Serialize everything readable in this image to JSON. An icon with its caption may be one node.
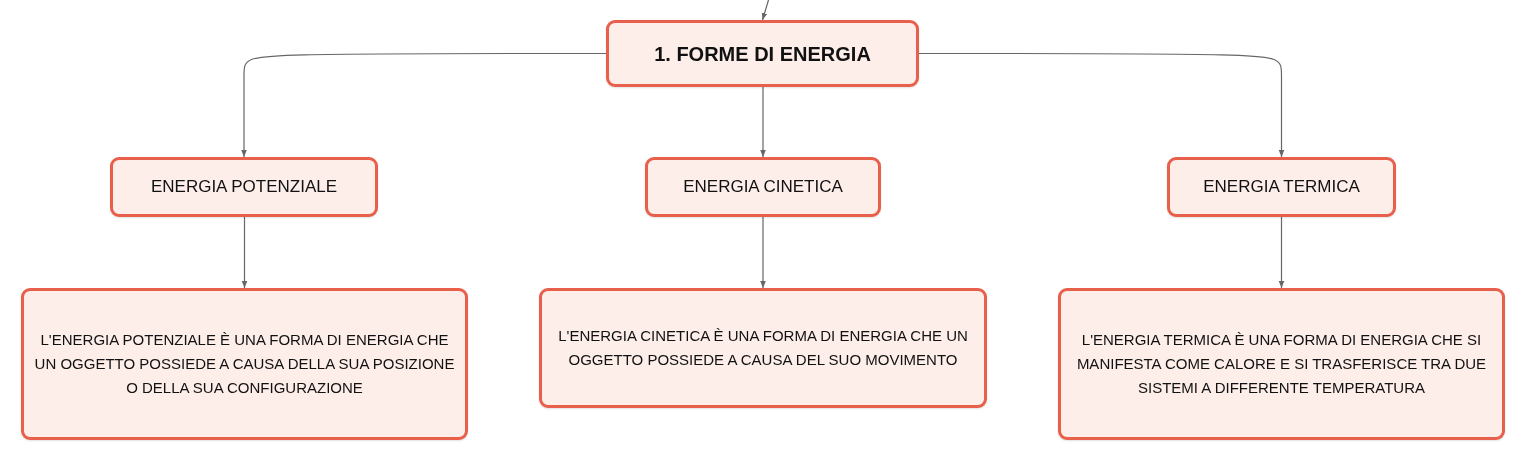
{
  "diagram": {
    "nodes": [
      {
        "text": [
          "1. FORME DI ENERGIA"
        ]
      },
      {
        "text": [
          "ENERGIA POTENZIALE"
        ]
      },
      {
        "text": [
          "ENERGIA CINETICA"
        ]
      },
      {
        "text": [
          "ENERGIA TERMICA"
        ]
      },
      {
        "text": [
          "L'ENERGIA POTENZIALE È UNA FORMA DI ENERGIA CHE UN OGGETTO POSSIEDE A CAUSA DELLA SUA POSIZIONE O DELLA SUA CONFIGURAZIONE"
        ]
      },
      {
        "text": [
          "L'ENERGIA CINETICA È UNA FORMA DI ENERGIA CHE UN OGGETTO POSSIEDE A CAUSA DEL SUO MOVIMENTO"
        ]
      },
      {
        "text": [
          "L'ENERGIA TERMICA È UNA FORMA DI ENERGIA CHE SI MANIFESTA COME CALORE E SI TRASFERISCE TRA DUE SISTEMI A DIFFERENTE TEMPERATURA"
        ]
      }
    ],
    "edges": [
      {
        "from": null,
        "to": 0,
        "arrow": "to"
      },
      {
        "from": 0,
        "to": 1,
        "arrow": "to"
      },
      {
        "from": 0,
        "to": 2,
        "arrow": "to"
      },
      {
        "from": 0,
        "to": 3,
        "arrow": "to"
      },
      {
        "from": 1,
        "to": 4,
        "arrow": "to"
      },
      {
        "from": 2,
        "to": 5,
        "arrow": "to"
      },
      {
        "from": 3,
        "to": 6,
        "arrow": "to"
      }
    ]
  }
}
